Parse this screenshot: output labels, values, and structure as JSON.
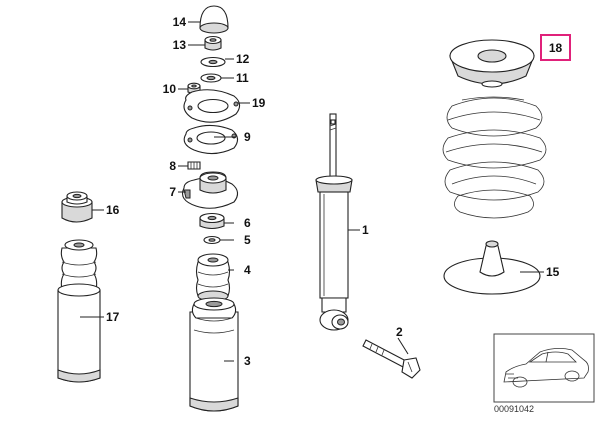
{
  "diagram": {
    "callouts": [
      {
        "id": "14",
        "label": "14"
      },
      {
        "id": "13",
        "label": "13"
      },
      {
        "id": "12",
        "label": "12"
      },
      {
        "id": "11",
        "label": "11"
      },
      {
        "id": "10",
        "label": "10"
      },
      {
        "id": "19",
        "label": "19"
      },
      {
        "id": "9",
        "label": "9"
      },
      {
        "id": "8",
        "label": "8"
      },
      {
        "id": "7",
        "label": "7"
      },
      {
        "id": "16",
        "label": "16"
      },
      {
        "id": "6",
        "label": "6"
      },
      {
        "id": "5",
        "label": "5"
      },
      {
        "id": "4",
        "label": "4"
      },
      {
        "id": "17",
        "label": "17"
      },
      {
        "id": "3",
        "label": "3"
      },
      {
        "id": "1",
        "label": "1"
      },
      {
        "id": "2",
        "label": "2"
      },
      {
        "id": "18",
        "label": "18",
        "highlighted": true
      },
      {
        "id": "15",
        "label": "15"
      }
    ],
    "highlight_color": "#e0217a",
    "diagram_code": "00091042"
  }
}
